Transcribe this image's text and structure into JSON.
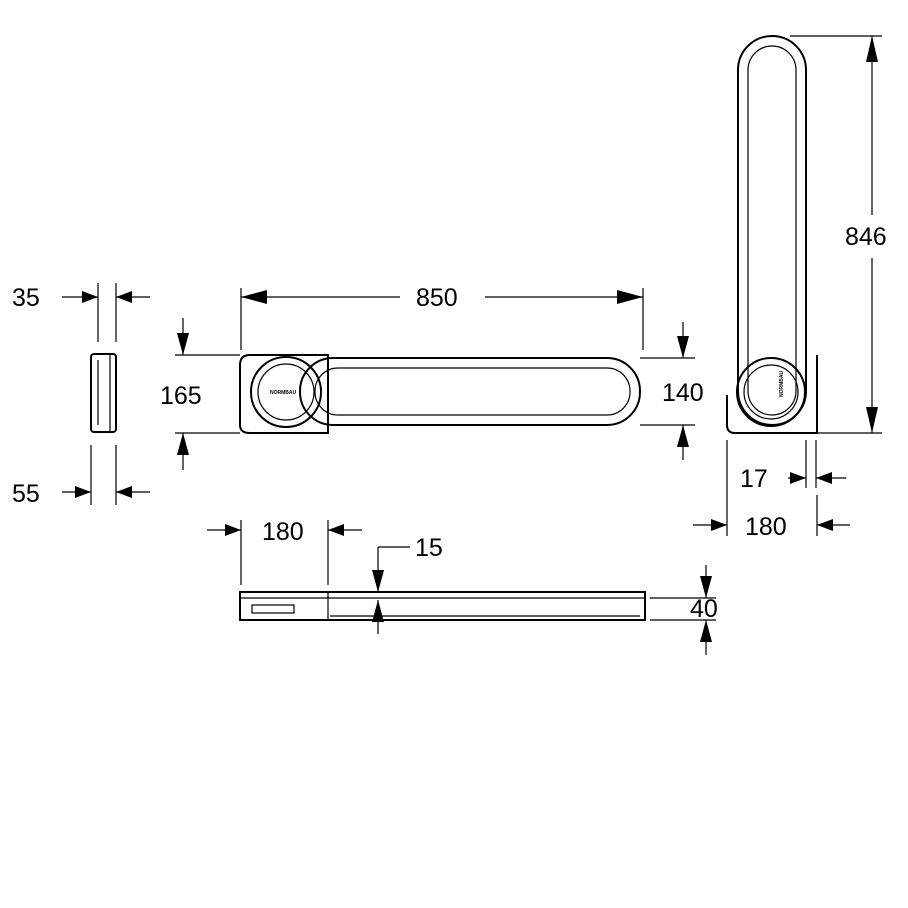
{
  "drawing": {
    "brand_logo": "NORMBAU",
    "dimensions": {
      "end_width": "35",
      "end_depth": "55",
      "length": "850",
      "plate_height": "165",
      "bar_height": "140",
      "height_raised": "846",
      "wall_gap": "17",
      "plate_width_side": "180",
      "plate_width_bottom": "180",
      "offset": "15",
      "thickness": "40"
    },
    "line_color": "#000000",
    "background": "#ffffff"
  }
}
